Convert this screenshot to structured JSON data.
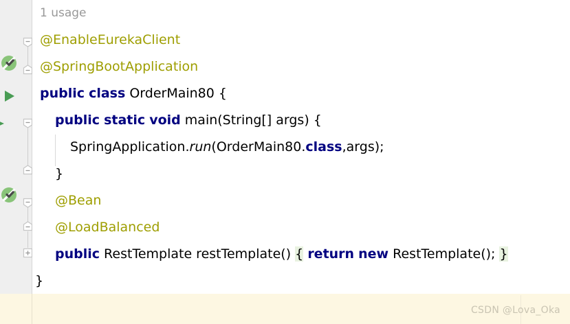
{
  "editor": {
    "language": "java",
    "file_class": "OrderMain80",
    "code_vision_hint": "1 usage",
    "lines": [
      {
        "n": 1,
        "indent": 1,
        "type": "hint",
        "text": "1 usage"
      },
      {
        "n": 2,
        "indent": 1,
        "type": "annotation",
        "text": "@EnableEurekaClient"
      },
      {
        "n": 3,
        "indent": 1,
        "type": "annotation",
        "text": "@SpringBootApplication"
      },
      {
        "n": 4,
        "indent": 1,
        "type": "code",
        "text": "public class OrderMain80 {"
      },
      {
        "n": 5,
        "indent": 2,
        "type": "code",
        "text": "public static void main(String[] args) {"
      },
      {
        "n": 6,
        "indent": 3,
        "type": "code",
        "text": "SpringApplication.run(OrderMain80.class,args);"
      },
      {
        "n": 7,
        "indent": 2,
        "type": "code",
        "text": "}"
      },
      {
        "n": 8,
        "indent": 2,
        "type": "annotation",
        "text": "@Bean"
      },
      {
        "n": 9,
        "indent": 2,
        "type": "annotation",
        "text": "@LoadBalanced"
      },
      {
        "n": 10,
        "indent": 2,
        "type": "code",
        "text": "public RestTemplate restTemplate() { return new RestTemplate(); }"
      },
      {
        "n": 11,
        "indent": 1,
        "type": "code",
        "text": "}"
      },
      {
        "n": 12,
        "indent": 1,
        "type": "code",
        "text": ""
      }
    ],
    "tokens": {
      "keywords": [
        "public",
        "class",
        "static",
        "void",
        "return",
        "new"
      ],
      "annotations": [
        "@EnableEurekaClient",
        "@SpringBootApplication",
        "@Bean",
        "@LoadBalanced"
      ],
      "identifiers": [
        "OrderMain80",
        "main",
        "String[]",
        "args",
        "SpringApplication",
        "RestTemplate",
        "restTemplate"
      ],
      "static_method": "run"
    },
    "line4": {
      "kw1": "public",
      "kw2": "class",
      "name": " OrderMain80 {"
    },
    "line5": {
      "kw1": "public",
      "kw2": "static",
      "kw3": "void",
      "rest": " main(String[] args) {"
    },
    "line6": {
      "pre": "SpringApplication.",
      "method": "run",
      "mid": "(OrderMain80.",
      "kw": "class",
      "post": ",args);"
    },
    "line10": {
      "kw1": "public",
      "mid1": " RestTemplate restTemplate() ",
      "brace_open": "{",
      "sp1": " ",
      "kw2": "return",
      "sp2": " ",
      "kw3": "new",
      "mid2": " RestTemplate(); ",
      "brace_close": "}"
    },
    "close_brace": "}"
  },
  "gutter": {
    "bean_icons": [
      {
        "name": "spring-bean-icon",
        "tooltip": "Spring Bean",
        "line": 3
      },
      {
        "name": "spring-bean-icon",
        "tooltip": "Spring Bean",
        "line": 9
      }
    ],
    "run_icons": [
      {
        "name": "run-icon",
        "tooltip": "Run OrderMain80.main()",
        "line": 4
      },
      {
        "name": "run-icon",
        "tooltip": "Run",
        "line": 5
      }
    ],
    "fold_markers": [
      {
        "line": 2,
        "state": "expanded-down"
      },
      {
        "line": 3,
        "state": "expanded-up"
      },
      {
        "line": 5,
        "state": "expanded-down"
      },
      {
        "line": 7,
        "state": "expanded-up"
      },
      {
        "line": 8,
        "state": "expanded-down"
      },
      {
        "line": 9,
        "state": "expanded-up"
      },
      {
        "line": 10,
        "state": "collapsed"
      }
    ]
  },
  "colors": {
    "keyword": "#000080",
    "annotation": "#9e9e00",
    "hint": "#989898",
    "identifier": "#000000",
    "gutter_bg": "#efefef",
    "editor_bg": "#ffffff",
    "caret_line_bg": "#fdf7e2",
    "brace_match_bg": "#e8f2e0",
    "bean_green": "#89c479",
    "run_green": "#499c54"
  },
  "watermark": {
    "text": "CSDN @Lova_Oka"
  }
}
